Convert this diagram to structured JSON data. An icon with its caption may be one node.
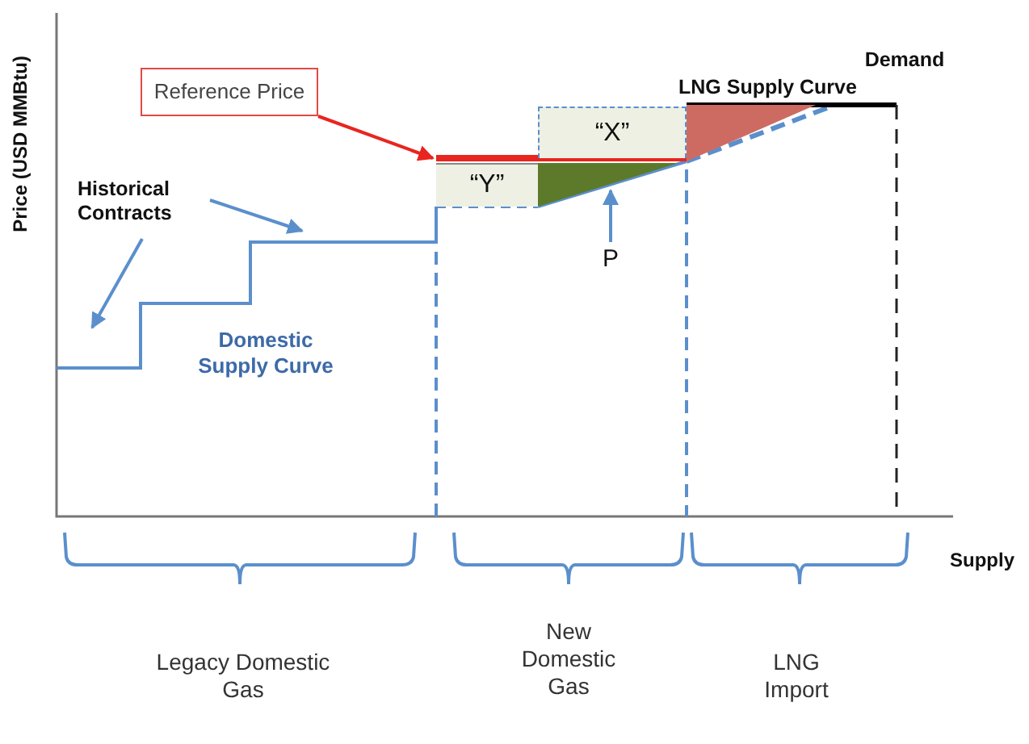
{
  "diagram": {
    "nodes": [
      {
        "text": [
          "Reference Price"
        ]
      },
      {
        "text": [],
        "shape": "line"
      },
      {
        "text": [
          "Historical Contracts"
        ]
      },
      {
        "text": [
          "“Y”"
        ]
      },
      {
        "text": [
          "“X”"
        ]
      },
      {
        "text": [
          "P"
        ]
      },
      {
        "text": [],
        "shape": "triangle"
      },
      {
        "text": [],
        "shape": "triangle"
      }
    ],
    "edges": [
      {
        "from": 0,
        "to": 1,
        "arrow": "to",
        "color": "#e8251f"
      },
      {
        "from": 2,
        "to": null,
        "arrow": "to"
      },
      {
        "from": 2,
        "to": null,
        "arrow": "to"
      },
      {
        "from": 5,
        "to": 6,
        "arrow": "to"
      }
    ],
    "labels": [
      "Price (USD MMBtu)",
      "Demand",
      "LNG Supply Curve",
      "Domestic Supply Curve",
      "Supply",
      "Legacy Domestic Gas",
      "New Domestic Gas",
      "LNG Import"
    ]
  }
}
